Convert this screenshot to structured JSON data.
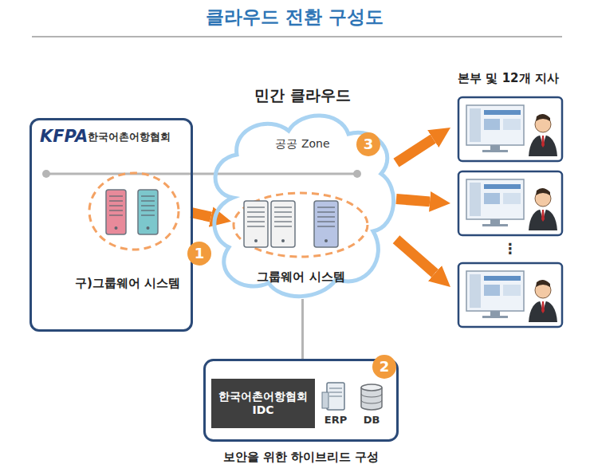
{
  "diagram": {
    "title": "클라우드 전환 구성도",
    "nodes": [
      {
        "text": [
          "KFPA",
          "한국어촌어항협회"
        ]
      },
      {
        "text": [
          "구)그룹웨어 시스템"
        ],
        "in": 0
      },
      {
        "text": [
          "민간 클라우드",
          "공공 Zone"
        ]
      },
      {
        "text": [
          "그룹웨어 시스템"
        ],
        "in": 2
      },
      {
        "text": [
          "본부 및 12개 지사"
        ]
      },
      {
        "text": [
          "보안을 위한 하이브리드 구성"
        ]
      },
      {
        "text": [
          "한국어촌어항협회 IDC"
        ],
        "in": 5
      }
    ],
    "edges": [
      {
        "from": 1,
        "to": 3,
        "arrow": "to"
      },
      {
        "from": 2,
        "to": 4,
        "arrow": "to"
      },
      {
        "from": 2,
        "to": 4,
        "arrow": "to"
      },
      {
        "from": 2,
        "to": 4,
        "arrow": "to"
      },
      {
        "from": 2,
        "to": 5,
        "arrow": "none"
      }
    ],
    "labels": [
      "1",
      "2",
      "3",
      "ERP",
      "DB",
      "⋮"
    ]
  }
}
